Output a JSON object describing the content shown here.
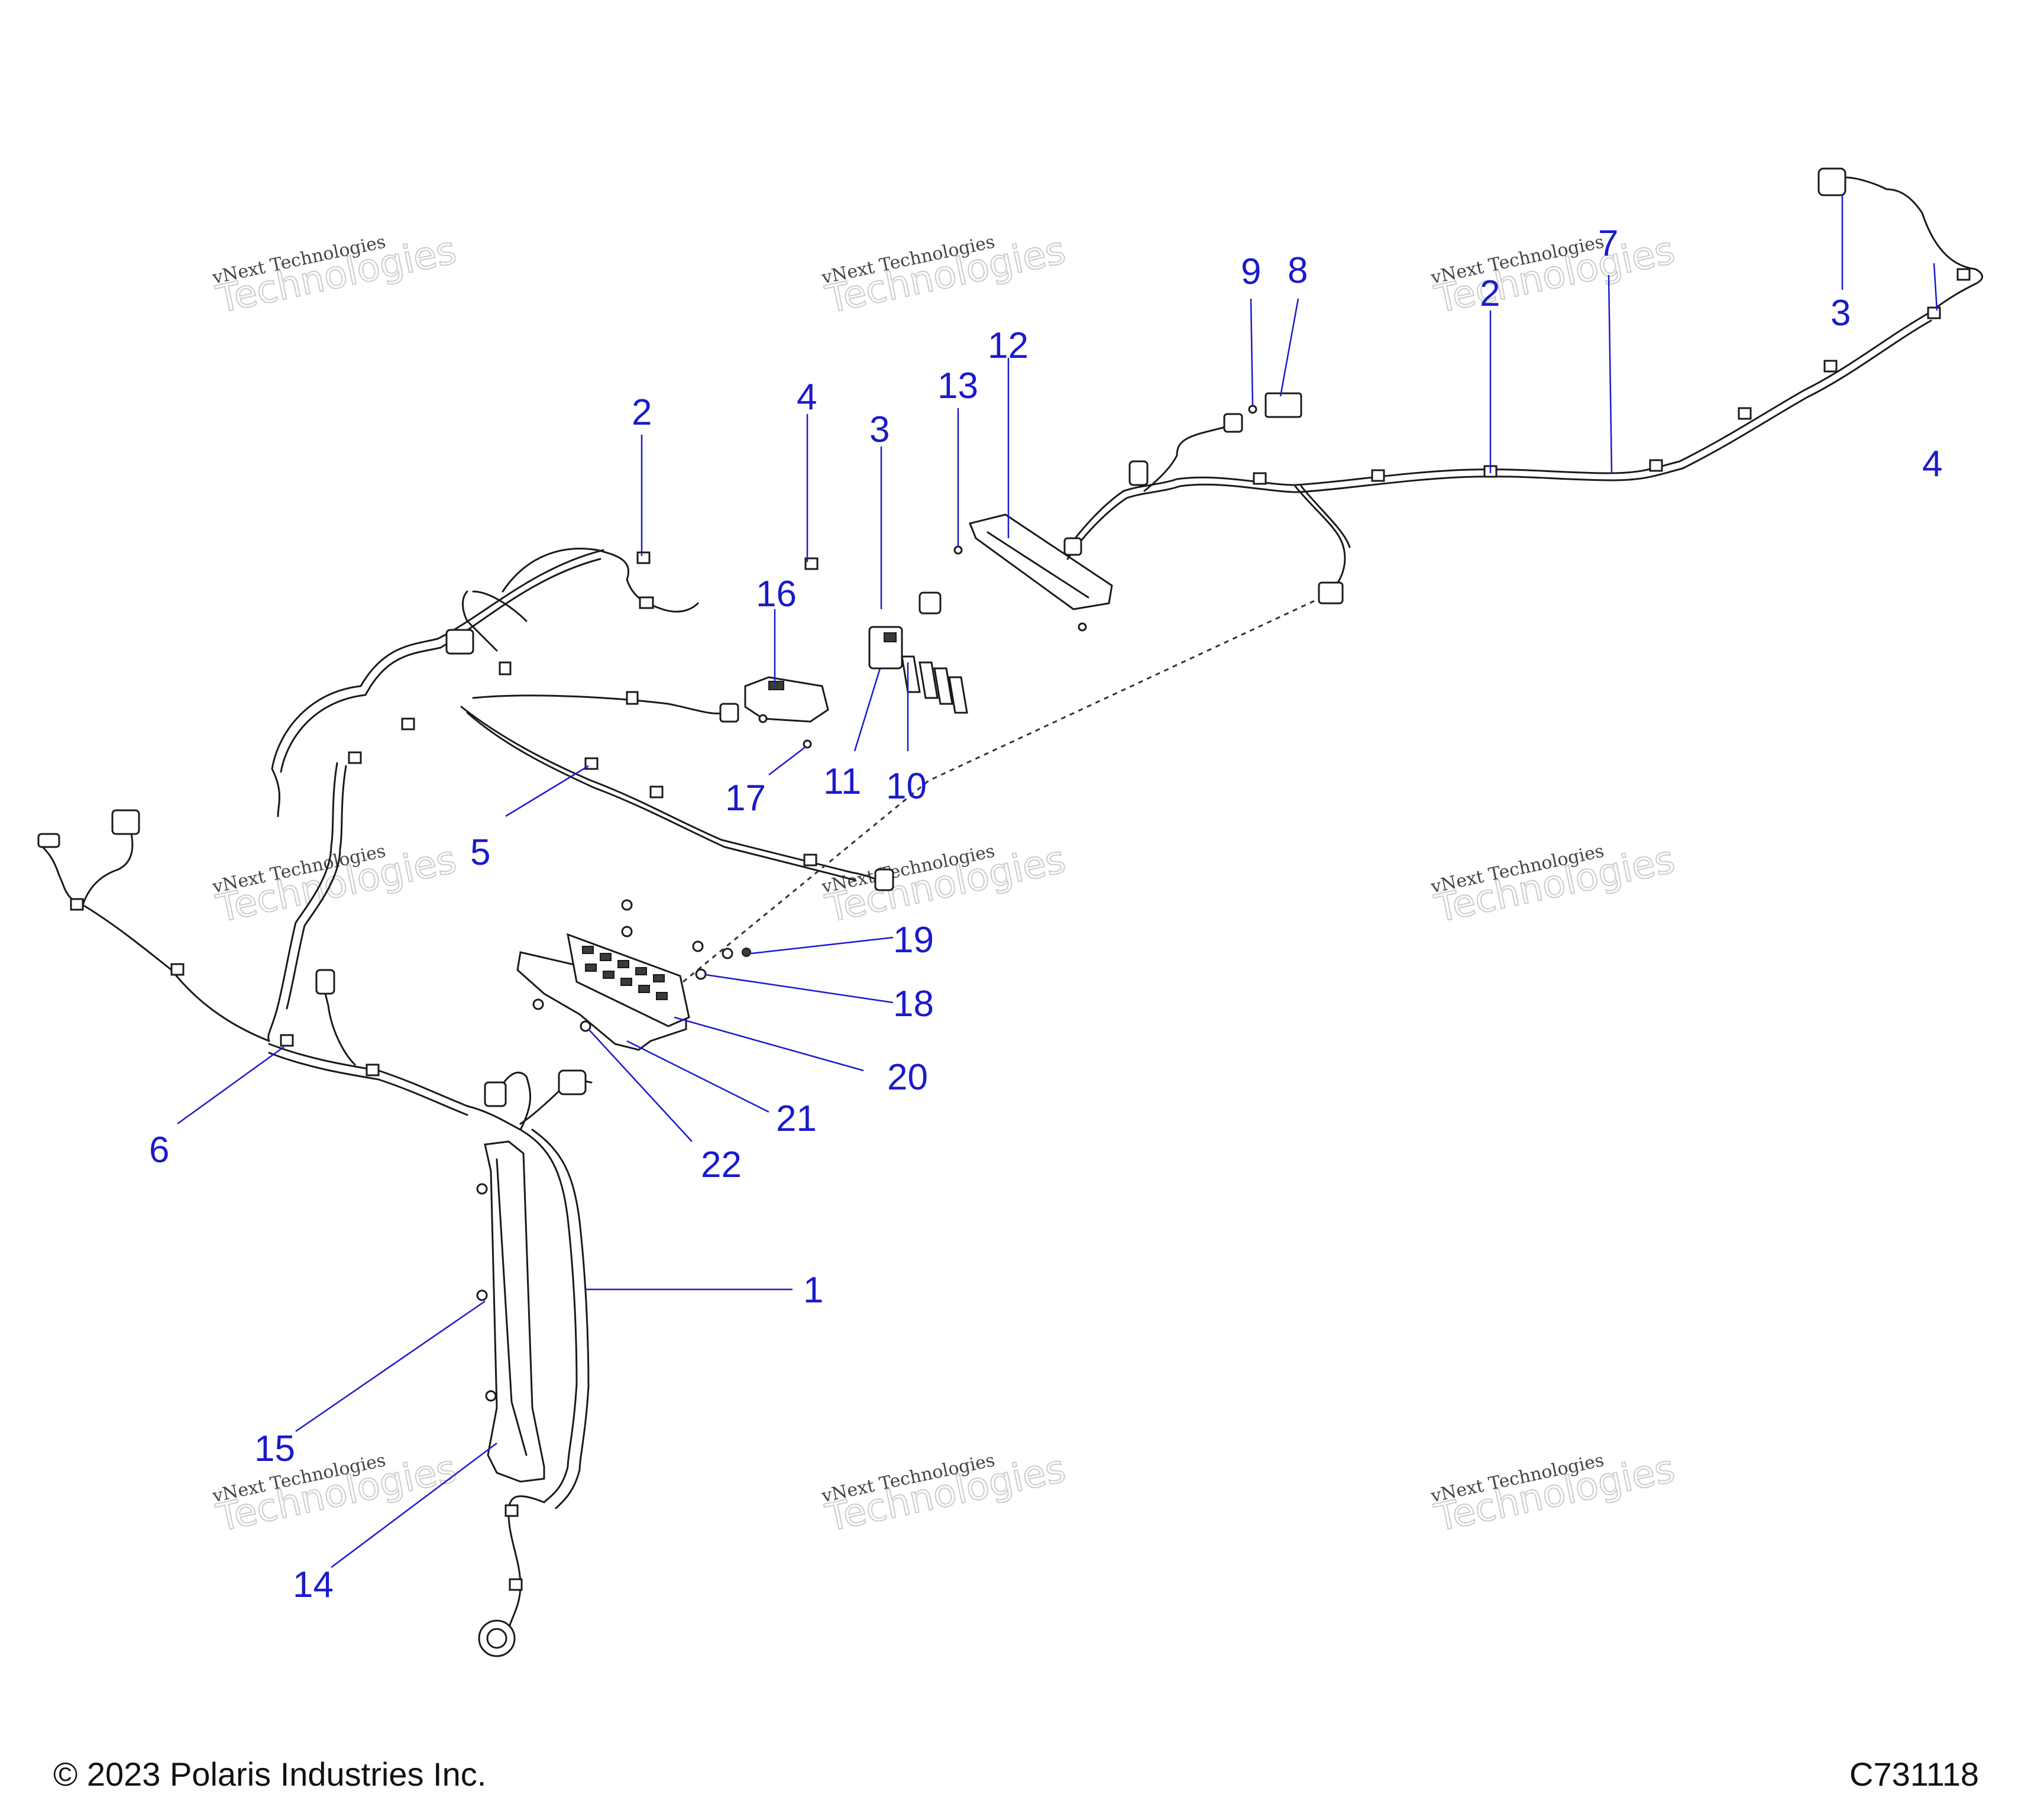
{
  "footer": {
    "copyright": "© 2023 Polaris Industries Inc.",
    "drawing_code": "C731118"
  },
  "watermark": {
    "line1": "vNext Technologies",
    "line2": "Technologies",
    "line3": "vNext"
  },
  "callouts": [
    "1",
    "2",
    "3",
    "4",
    "5",
    "6",
    "7",
    "8",
    "9",
    "10",
    "11",
    "12",
    "13",
    "14",
    "15",
    "16",
    "17",
    "18",
    "19",
    "20",
    "21",
    "22"
  ],
  "colors": {
    "callout": "#1a1acc",
    "line": "#1a1a1a"
  }
}
